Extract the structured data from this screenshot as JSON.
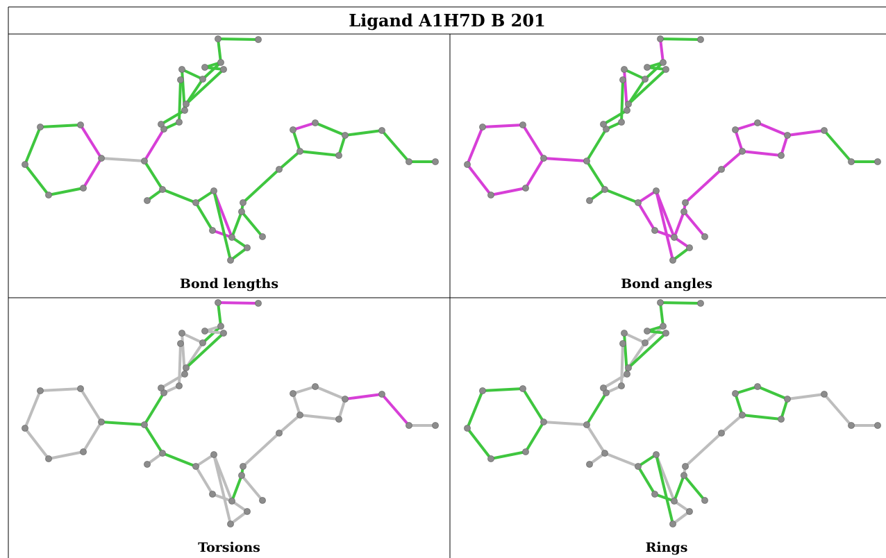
{
  "title": "Ligand A1H7D B 201",
  "panels": [
    {
      "label": "Bond lengths"
    },
    {
      "label": "Bond angles"
    },
    {
      "label": "Torsions"
    },
    {
      "label": "Rings"
    }
  ],
  "colors": {
    "green": "#3fc63f",
    "magenta": "#d73fd7",
    "grey": "#bdbdbd",
    "atom": "#8c8c8c"
  }
}
